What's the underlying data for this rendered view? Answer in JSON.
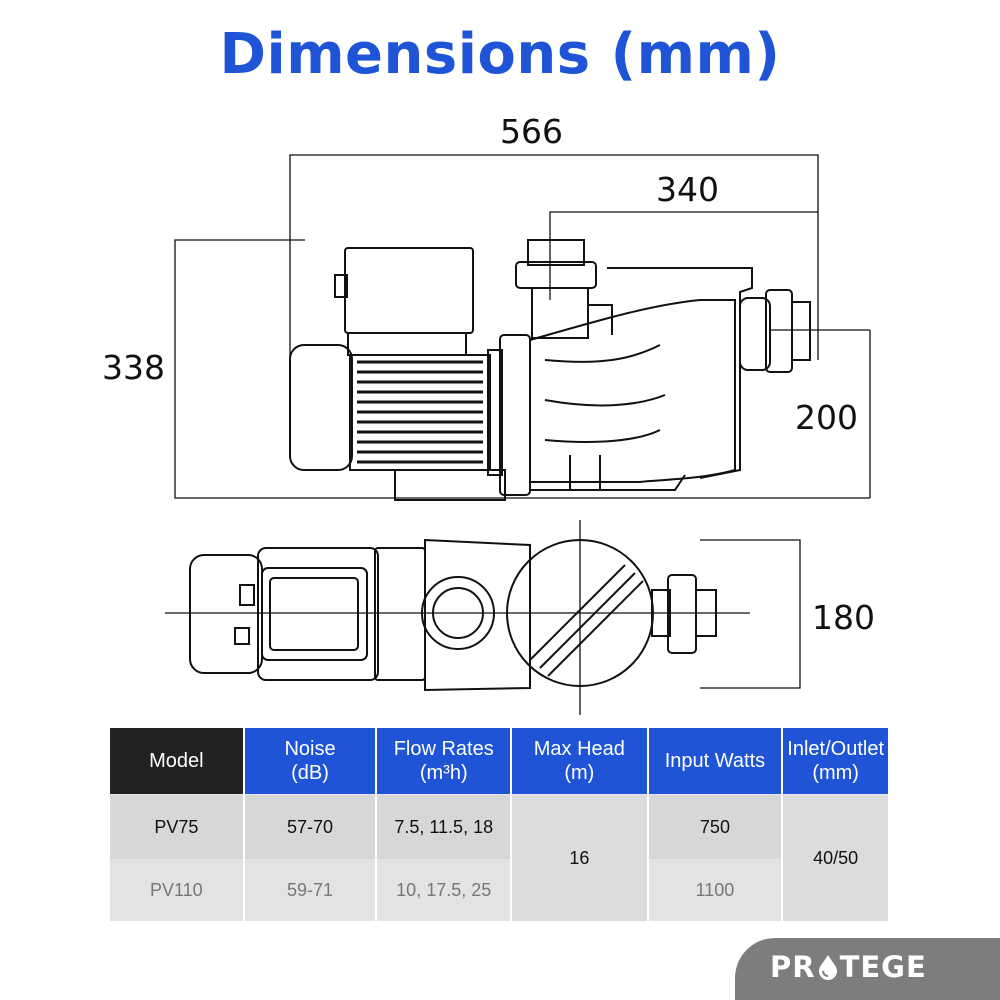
{
  "title": "Dimensions (mm)",
  "dimensions": {
    "overall_length": "566",
    "pump_length": "340",
    "height": "338",
    "axis_height": "200",
    "width": "180"
  },
  "table": {
    "headers": [
      {
        "line1": "Model",
        "line2": ""
      },
      {
        "line1": "Noise",
        "line2": "(dB)"
      },
      {
        "line1": "Flow Rates",
        "line2": "(m³h)"
      },
      {
        "line1": "Max Head",
        "line2": "(m)"
      },
      {
        "line1": "Input Watts",
        "line2": ""
      },
      {
        "line1": "Inlet/Outlet",
        "line2": "(mm)"
      }
    ],
    "rows": [
      {
        "model": "PV75",
        "noise": "57-70",
        "flow": "7.5, 11.5, 18",
        "watts": "750"
      },
      {
        "model": "PV110",
        "noise": "59-71",
        "flow": "10, 17.5, 25",
        "watts": "1100"
      }
    ],
    "max_head": "16",
    "inlet_outlet": "40/50"
  },
  "brand": {
    "left": "PR",
    "right": "TEGE"
  },
  "colors": {
    "accent": "#1f54d6",
    "header_dark": "#222222",
    "brand_bg": "#7d7d7d"
  }
}
